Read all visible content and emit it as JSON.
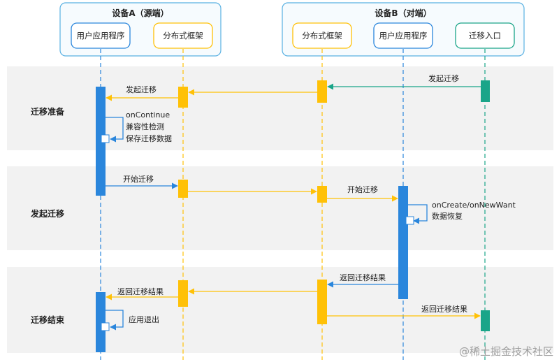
{
  "devices": {
    "a_title": "设备A（源端）",
    "b_title": "设备B（对端）"
  },
  "participants": {
    "a_app": "用户应用程序",
    "a_fw": "分布式框架",
    "b_fw": "分布式框架",
    "b_app": "用户应用程序",
    "b_entry": "迁移入口"
  },
  "phases": {
    "prepare": "迁移准备",
    "start": "发起迁移",
    "end": "迁移结束"
  },
  "messages": {
    "m1": "发起迁移",
    "m2": "发起迁移",
    "m3": "开始迁移",
    "m4": "开始迁移",
    "m5": "返回迁移结果",
    "m6": "返回迁移结果",
    "m7": "返回迁移结果"
  },
  "self_calls": {
    "a_prepare": [
      "onContinue",
      "兼容性检测",
      "保存迁移数据"
    ],
    "b_start": [
      "onCreate/onNewWant",
      "数据恢复"
    ],
    "a_end": [
      "应用退出"
    ]
  },
  "watermark": "@稀土掘金技术社区",
  "colors": {
    "blue": "#2a86dc",
    "yellow": "#ffc107",
    "green": "#1aa589",
    "band": "#f2f2f2",
    "device_border": "#58b0e2",
    "device_bg": "#f6fbfe"
  }
}
